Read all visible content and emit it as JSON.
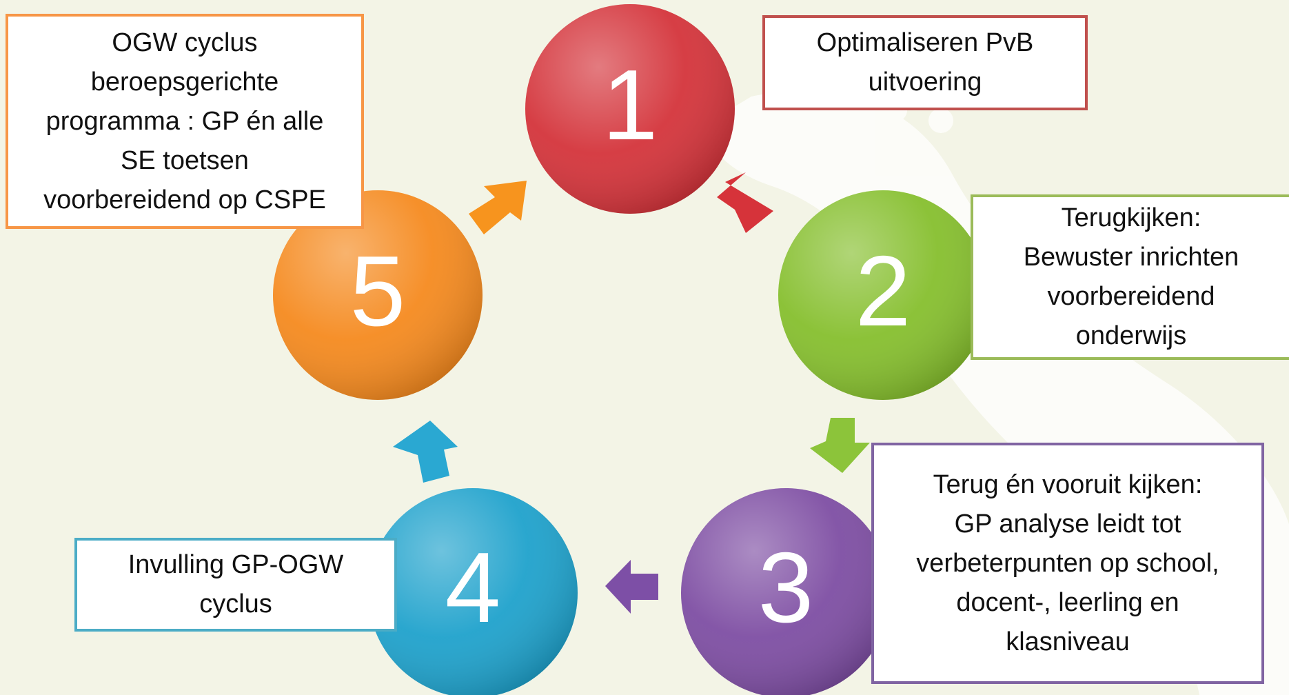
{
  "diagram": {
    "steps": [
      {
        "number": "1",
        "color": "#d4343b",
        "label": "Optimaliseren PvB\nuitvoering",
        "border": "#c0504d"
      },
      {
        "number": "2",
        "color": "#86bf2e",
        "label": "Terugkijken:\nBewuster inrichten\nvoorbereidend\nonderwijs",
        "border": "#9bbb59"
      },
      {
        "number": "3",
        "color": "#7e4ea3",
        "label": "Terug én vooruit kijken:\nGP analyse leidt tot\nverbeterpunten op school,\ndocent-, leerling en\nklasniveau",
        "border": "#8064a2"
      },
      {
        "number": "4",
        "color": "#1fa2cc",
        "label": "Invulling GP-OGW\ncyclus",
        "border": "#4bacc6"
      },
      {
        "number": "5",
        "color": "#f58a1f",
        "label": "OGW cyclus\nberoepsgerichte\nprogramma : GP én alle\nSE toetsen\nvoorbereidend op CSPE",
        "border": "#f79646"
      }
    ],
    "arrow_colors": [
      "#d6333a",
      "#8cc43a",
      "#7d4fa6",
      "#2aa8d2",
      "#f7941e"
    ]
  }
}
